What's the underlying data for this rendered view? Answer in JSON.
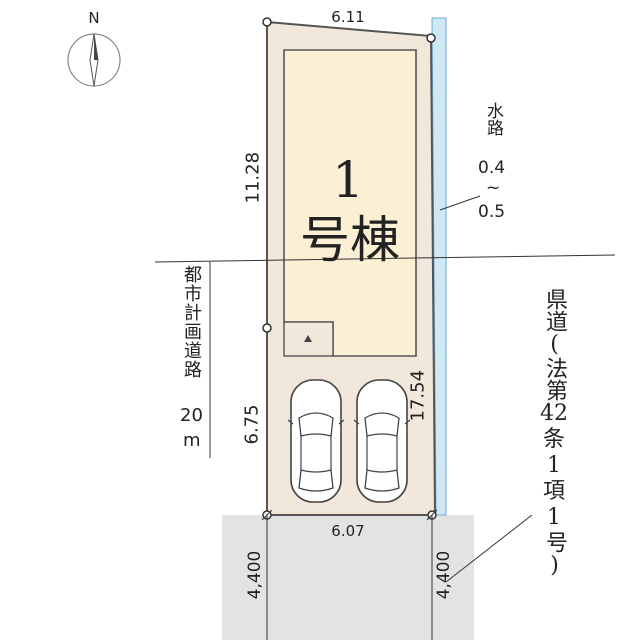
{
  "compass": {
    "north_label": "N"
  },
  "lot": {
    "building_label_line1": "1",
    "building_label_line2": "号棟",
    "frontage_top": "6.11",
    "frontage_bottom": "6.07",
    "left_upper_length": "11.28",
    "left_lower_length": "6.75",
    "right_length": "17.54",
    "colors": {
      "lot_fill": "#f1e7db",
      "building_fill": "#fbf0d4",
      "outline": "#555555",
      "water": "#cfe8f4"
    }
  },
  "water_channel": {
    "label_top": "水路",
    "width_from": "0.4",
    "width_sep": "~",
    "width_to": "0.5"
  },
  "city_road": {
    "label": "都市計画道路",
    "width_value": "20",
    "width_unit": "m"
  },
  "prefectural_road": {
    "label_line1": "県道(法第",
    "label_line2": "42",
    "label_line3": "条",
    "label_line4": "1",
    "label_line5": "項",
    "label_line6": "1",
    "label_line7": "号)",
    "width_left": "4,400",
    "width_right": "4,400",
    "road_color": "#e3e3e3"
  }
}
